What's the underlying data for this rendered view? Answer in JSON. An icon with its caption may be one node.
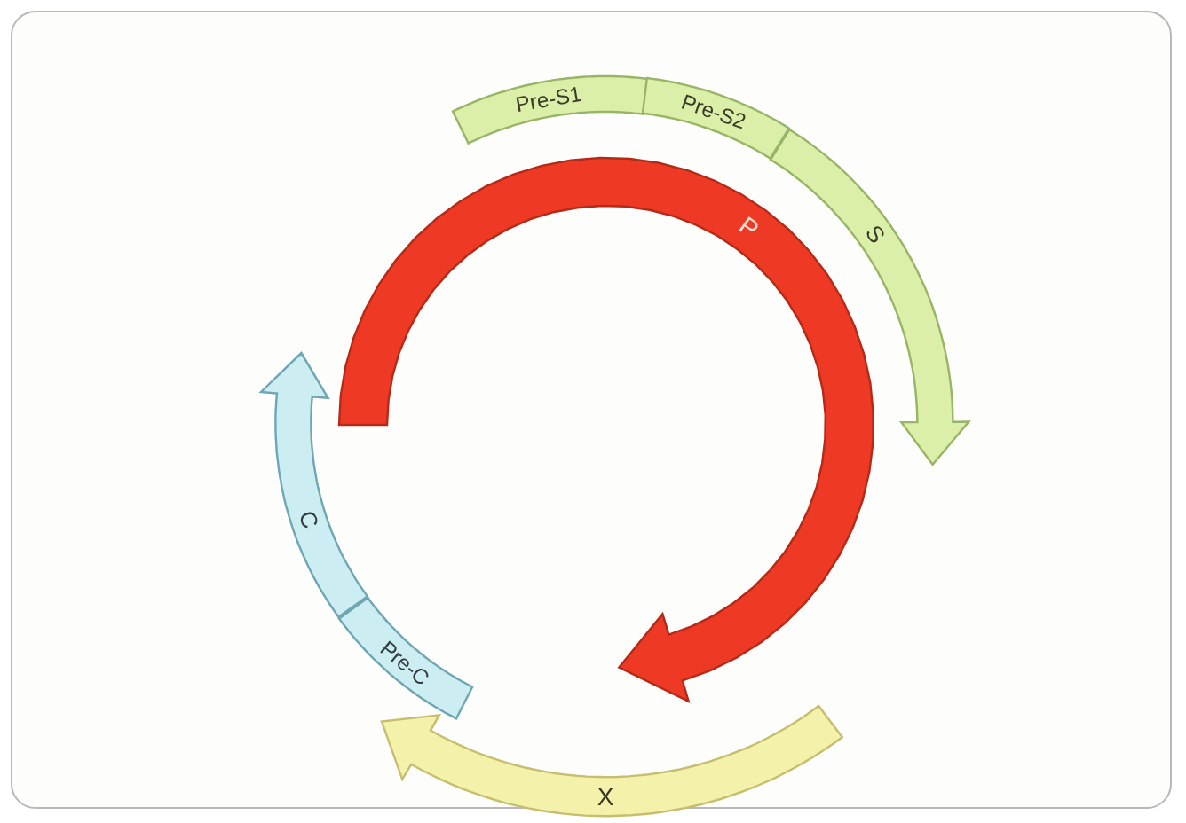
{
  "diagram": {
    "nodes": [
      {
        "text": [
          "Pre-S1"
        ]
      },
      {
        "text": [
          "Pre-S2"
        ]
      },
      {
        "text": [
          "P"
        ]
      },
      {
        "text": [
          "S"
        ]
      },
      {
        "text": [
          "C"
        ]
      },
      {
        "text": [
          "Pre-C"
        ]
      },
      {
        "text": [
          "X"
        ]
      }
    ]
  }
}
